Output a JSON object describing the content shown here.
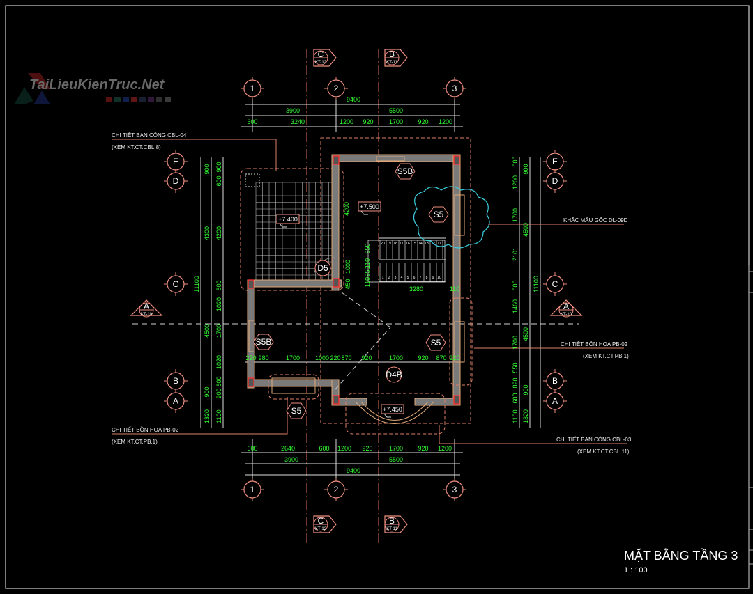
{
  "watermark": {
    "text": "TaiLieuKienTruc.Net",
    "swatches": [
      "#a02020",
      "#1e5a4a",
      "#1e3a8a",
      "#b02828",
      "#2a3a5a",
      "#5a2a6a",
      "#555555",
      "#6a6a6a"
    ]
  },
  "title": {
    "name": "MẶT BẰNG TẦNG 3",
    "scale": "1 : 100"
  },
  "axes": {
    "columns": [
      "1",
      "2",
      "3"
    ],
    "rows": [
      "E",
      "D",
      "C",
      "B",
      "A"
    ]
  },
  "sections": [
    {
      "letter": "C",
      "ref": "KT-12"
    },
    {
      "letter": "B",
      "ref": "KT-11"
    },
    {
      "letter": "A",
      "ref": "KT-10"
    }
  ],
  "dimensions": {
    "top_overall": "9400",
    "top_sub": [
      "3900",
      "5500"
    ],
    "top_detail": [
      "600",
      "3240",
      "1200",
      "920",
      "1700",
      "920",
      "1200"
    ],
    "interior_row": [
      "220",
      "980",
      "1700",
      "1000",
      "220",
      "870",
      "920",
      "1700",
      "920",
      "870",
      "220"
    ],
    "bottom_detail": [
      "600",
      "2640",
      "600",
      "1200",
      "920",
      "1700",
      "920",
      "1200"
    ],
    "bottom_sub": [
      "3900",
      "5500"
    ],
    "bottom_overall": "9400",
    "left_overall": "11100",
    "left_mid": [
      "900",
      "4300",
      "4500",
      "900",
      "1320"
    ],
    "left_detail": [
      "900",
      "600",
      "4200",
      "600",
      "1020",
      "1700",
      "1020",
      "600",
      "900",
      "1100"
    ],
    "right_overall": "11100",
    "right_mid": [
      "900",
      "4500",
      "4500",
      "900",
      "1320"
    ],
    "right_detail": [
      "600",
      "1200",
      "1700",
      "2101",
      "600",
      "1460",
      "1700",
      "550",
      "820",
      "600",
      "1100"
    ],
    "stair": [
      "4200",
      "1000",
      "450",
      "950",
      "110",
      "950",
      "110",
      "3280",
      "110"
    ]
  },
  "tags": [
    "S5B",
    "S5",
    "D5",
    "S5B",
    "S5",
    "D4B",
    "S5"
  ],
  "levels": [
    "+7.400",
    "+7.500",
    "+7.450"
  ],
  "stair_numbers": {
    "upper": [
      "20",
      "19",
      "18",
      "17",
      "16",
      "15",
      "14",
      "13",
      "12",
      "11"
    ],
    "lower": [
      "1",
      "2",
      "3",
      "4",
      "5",
      "6",
      "7",
      "8",
      "9",
      "10"
    ]
  },
  "annotations": [
    {
      "line1": "CHI TIẾT BAN CÔNG CBL-04",
      "line2": "(XEM KT.CT.CBL.8)"
    },
    {
      "line1": "KHẮC MẪU GỐC DL-09D"
    },
    {
      "line1": "CHI TIẾT BỒN HOA PB-02",
      "line2": "(XEM KT.CT.PB.1)"
    },
    {
      "line1": "CHI TIẾT BỒN HOA PB-02",
      "line2": "(XEM KT.CT.PB.1)"
    },
    {
      "line1": "CHI TIẾT BAN CÔNG CBL-03",
      "line2": "(XEM KT.CT.CBL.11)"
    }
  ]
}
